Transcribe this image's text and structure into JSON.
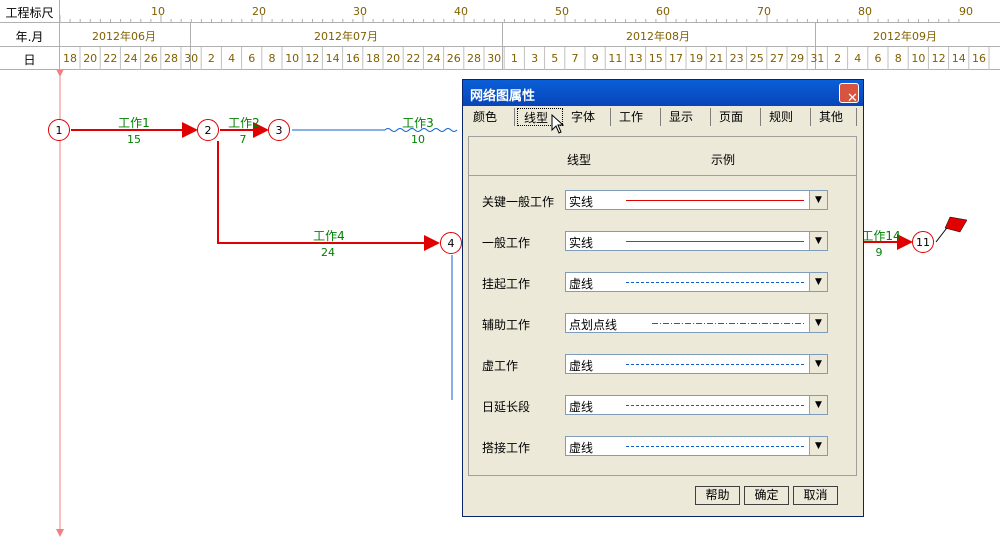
{
  "ruler": {
    "label_scale": "工程标尺",
    "label_month": "年.月",
    "label_day": "日",
    "scale_numbers": [
      "10",
      "20",
      "30",
      "40",
      "50",
      "60",
      "70",
      "80",
      "90"
    ],
    "months": [
      "2012年06月",
      "2012年07月",
      "2012年08月",
      "2012年09月"
    ],
    "days": [
      "18",
      "20",
      "22",
      "24",
      "26",
      "28",
      "30",
      "2",
      "4",
      "6",
      "8",
      "10",
      "12",
      "14",
      "16",
      "18",
      "20",
      "22",
      "24",
      "26",
      "28",
      "30",
      "1",
      "3",
      "5",
      "7",
      "9",
      "11",
      "13",
      "15",
      "17",
      "19",
      "21",
      "23",
      "25",
      "27",
      "29",
      "31",
      "2",
      "4",
      "6",
      "8",
      "10",
      "12",
      "14",
      "16"
    ]
  },
  "network": {
    "nodes": [
      "1",
      "2",
      "3",
      "4",
      "11"
    ],
    "tasks": [
      {
        "name": "工作1",
        "duration": "15"
      },
      {
        "name": "工作2",
        "duration": "7"
      },
      {
        "name": "工作3",
        "duration": "10"
      },
      {
        "name": "工作4",
        "duration": "24"
      },
      {
        "name": "工作14",
        "duration": "9"
      }
    ]
  },
  "dialog": {
    "title": "网络图属性",
    "close_label": "✕",
    "tabs": [
      "颜色",
      "线型",
      "字体",
      "工作",
      "显示",
      "页面",
      "规则",
      "其他"
    ],
    "active_tab": "线型",
    "header_type": "线型",
    "header_sample": "示例",
    "rows": [
      {
        "label": "关键一般工作",
        "value": "实线"
      },
      {
        "label": "一般工作",
        "value": "实线"
      },
      {
        "label": "挂起工作",
        "value": "虚线"
      },
      {
        "label": "辅助工作",
        "value": "点划点线"
      },
      {
        "label": "虚工作",
        "value": "虚线"
      },
      {
        "label": "日延长段",
        "value": "虚线"
      },
      {
        "label": "搭接工作",
        "value": "虚线"
      }
    ],
    "buttons": {
      "help": "帮助",
      "ok": "确定",
      "cancel": "取消"
    }
  },
  "colors": {
    "critical": "#e00000",
    "normal": "#1060d0",
    "text_green": "#008000",
    "ruler_text": "#806000"
  }
}
